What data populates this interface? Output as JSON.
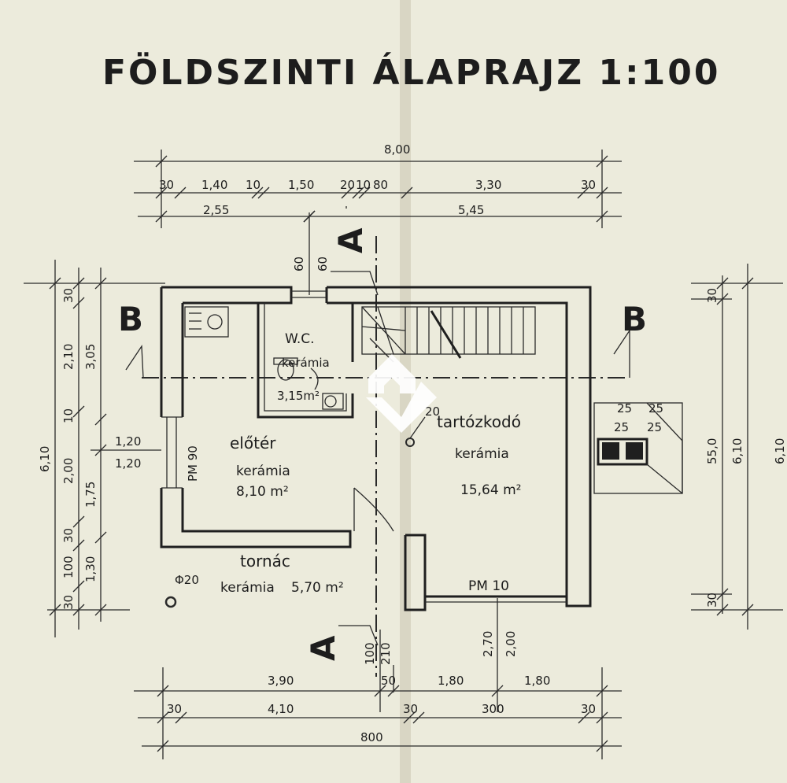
{
  "title": "FÖLDSZINTI ÁLAPRAJZ 1:100",
  "section_marks": {
    "a_top": "A",
    "a_bottom": "A",
    "b_left": "B",
    "b_right": "B"
  },
  "top_dims": {
    "overall": "8,00",
    "row2": [
      "30",
      "1,40",
      "10",
      "1,50",
      "20",
      "10",
      "80",
      "3,30",
      "30"
    ],
    "row3": [
      "2,55",
      "5,45"
    ],
    "vertical": [
      "60",
      "60"
    ]
  },
  "left_dims": {
    "outer": "6,10",
    "mid": [
      "30",
      "2,10",
      "10",
      "2,00",
      "30",
      "100",
      "30"
    ],
    "inner": [
      "3,05",
      "1,75",
      "1,30"
    ],
    "window": [
      "1,20",
      "1,20"
    ]
  },
  "right_dims": {
    "outer": "6,10",
    "inner": "55,0",
    "small": [
      "30",
      "30"
    ],
    "edge": "6,10"
  },
  "bottom_dims": {
    "row1": [
      "3,90",
      "50",
      "1,80",
      "1,80"
    ],
    "row2": [
      "30",
      "4,10",
      "30",
      "300",
      "30"
    ],
    "overall": "800",
    "vertical": [
      "100",
      "210",
      "2,70",
      "2,00"
    ]
  },
  "chimney": {
    "labels": [
      "25",
      "25",
      "25",
      "25"
    ]
  },
  "rooms": {
    "wc": {
      "name": "W.C.",
      "floor": "kerámia",
      "area": "3,15m²"
    },
    "eloter": {
      "name": "előtér",
      "floor": "kerámia",
      "area": "8,10 m²",
      "pm": "PM 90"
    },
    "tartozkodo": {
      "name": "tartózkodó",
      "floor": "kerámia",
      "area": "15,64 m²",
      "pm": "PM 10"
    },
    "tornac": {
      "name": "tornác",
      "floor": "kerámia",
      "area": "5,70 m²",
      "post": "Φ20"
    },
    "misc": [
      "20",
      "Φ20"
    ]
  }
}
